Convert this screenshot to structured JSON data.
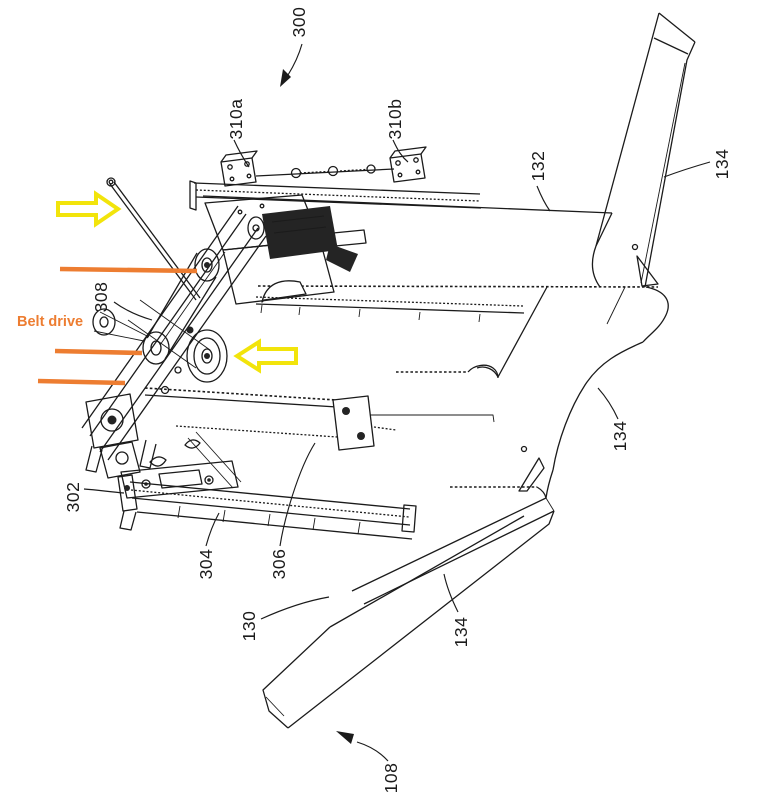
{
  "figure": {
    "type": "patent line drawing",
    "description": "Aircraft tail (empennage) with rail-mounted assembly system, annotated with reference numerals and belt-drive highlights"
  },
  "colors": {
    "line": "#1b1b1b",
    "highlight_orange": "#ED7D31",
    "arrow_yellow": "#F2E40B",
    "label": "#1b1b1b"
  },
  "labels": {
    "ref_300": "300",
    "ref_310a": "310a",
    "ref_310b": "310b",
    "ref_132": "132",
    "ref_134_top": "134",
    "ref_308": "308",
    "ref_302": "302",
    "ref_304": "304",
    "ref_306": "306",
    "ref_130": "130",
    "ref_134_mid": "134",
    "ref_134_bot": "134",
    "ref_108": "108"
  },
  "annotations": {
    "belt_drive_label": "Belt drive"
  }
}
